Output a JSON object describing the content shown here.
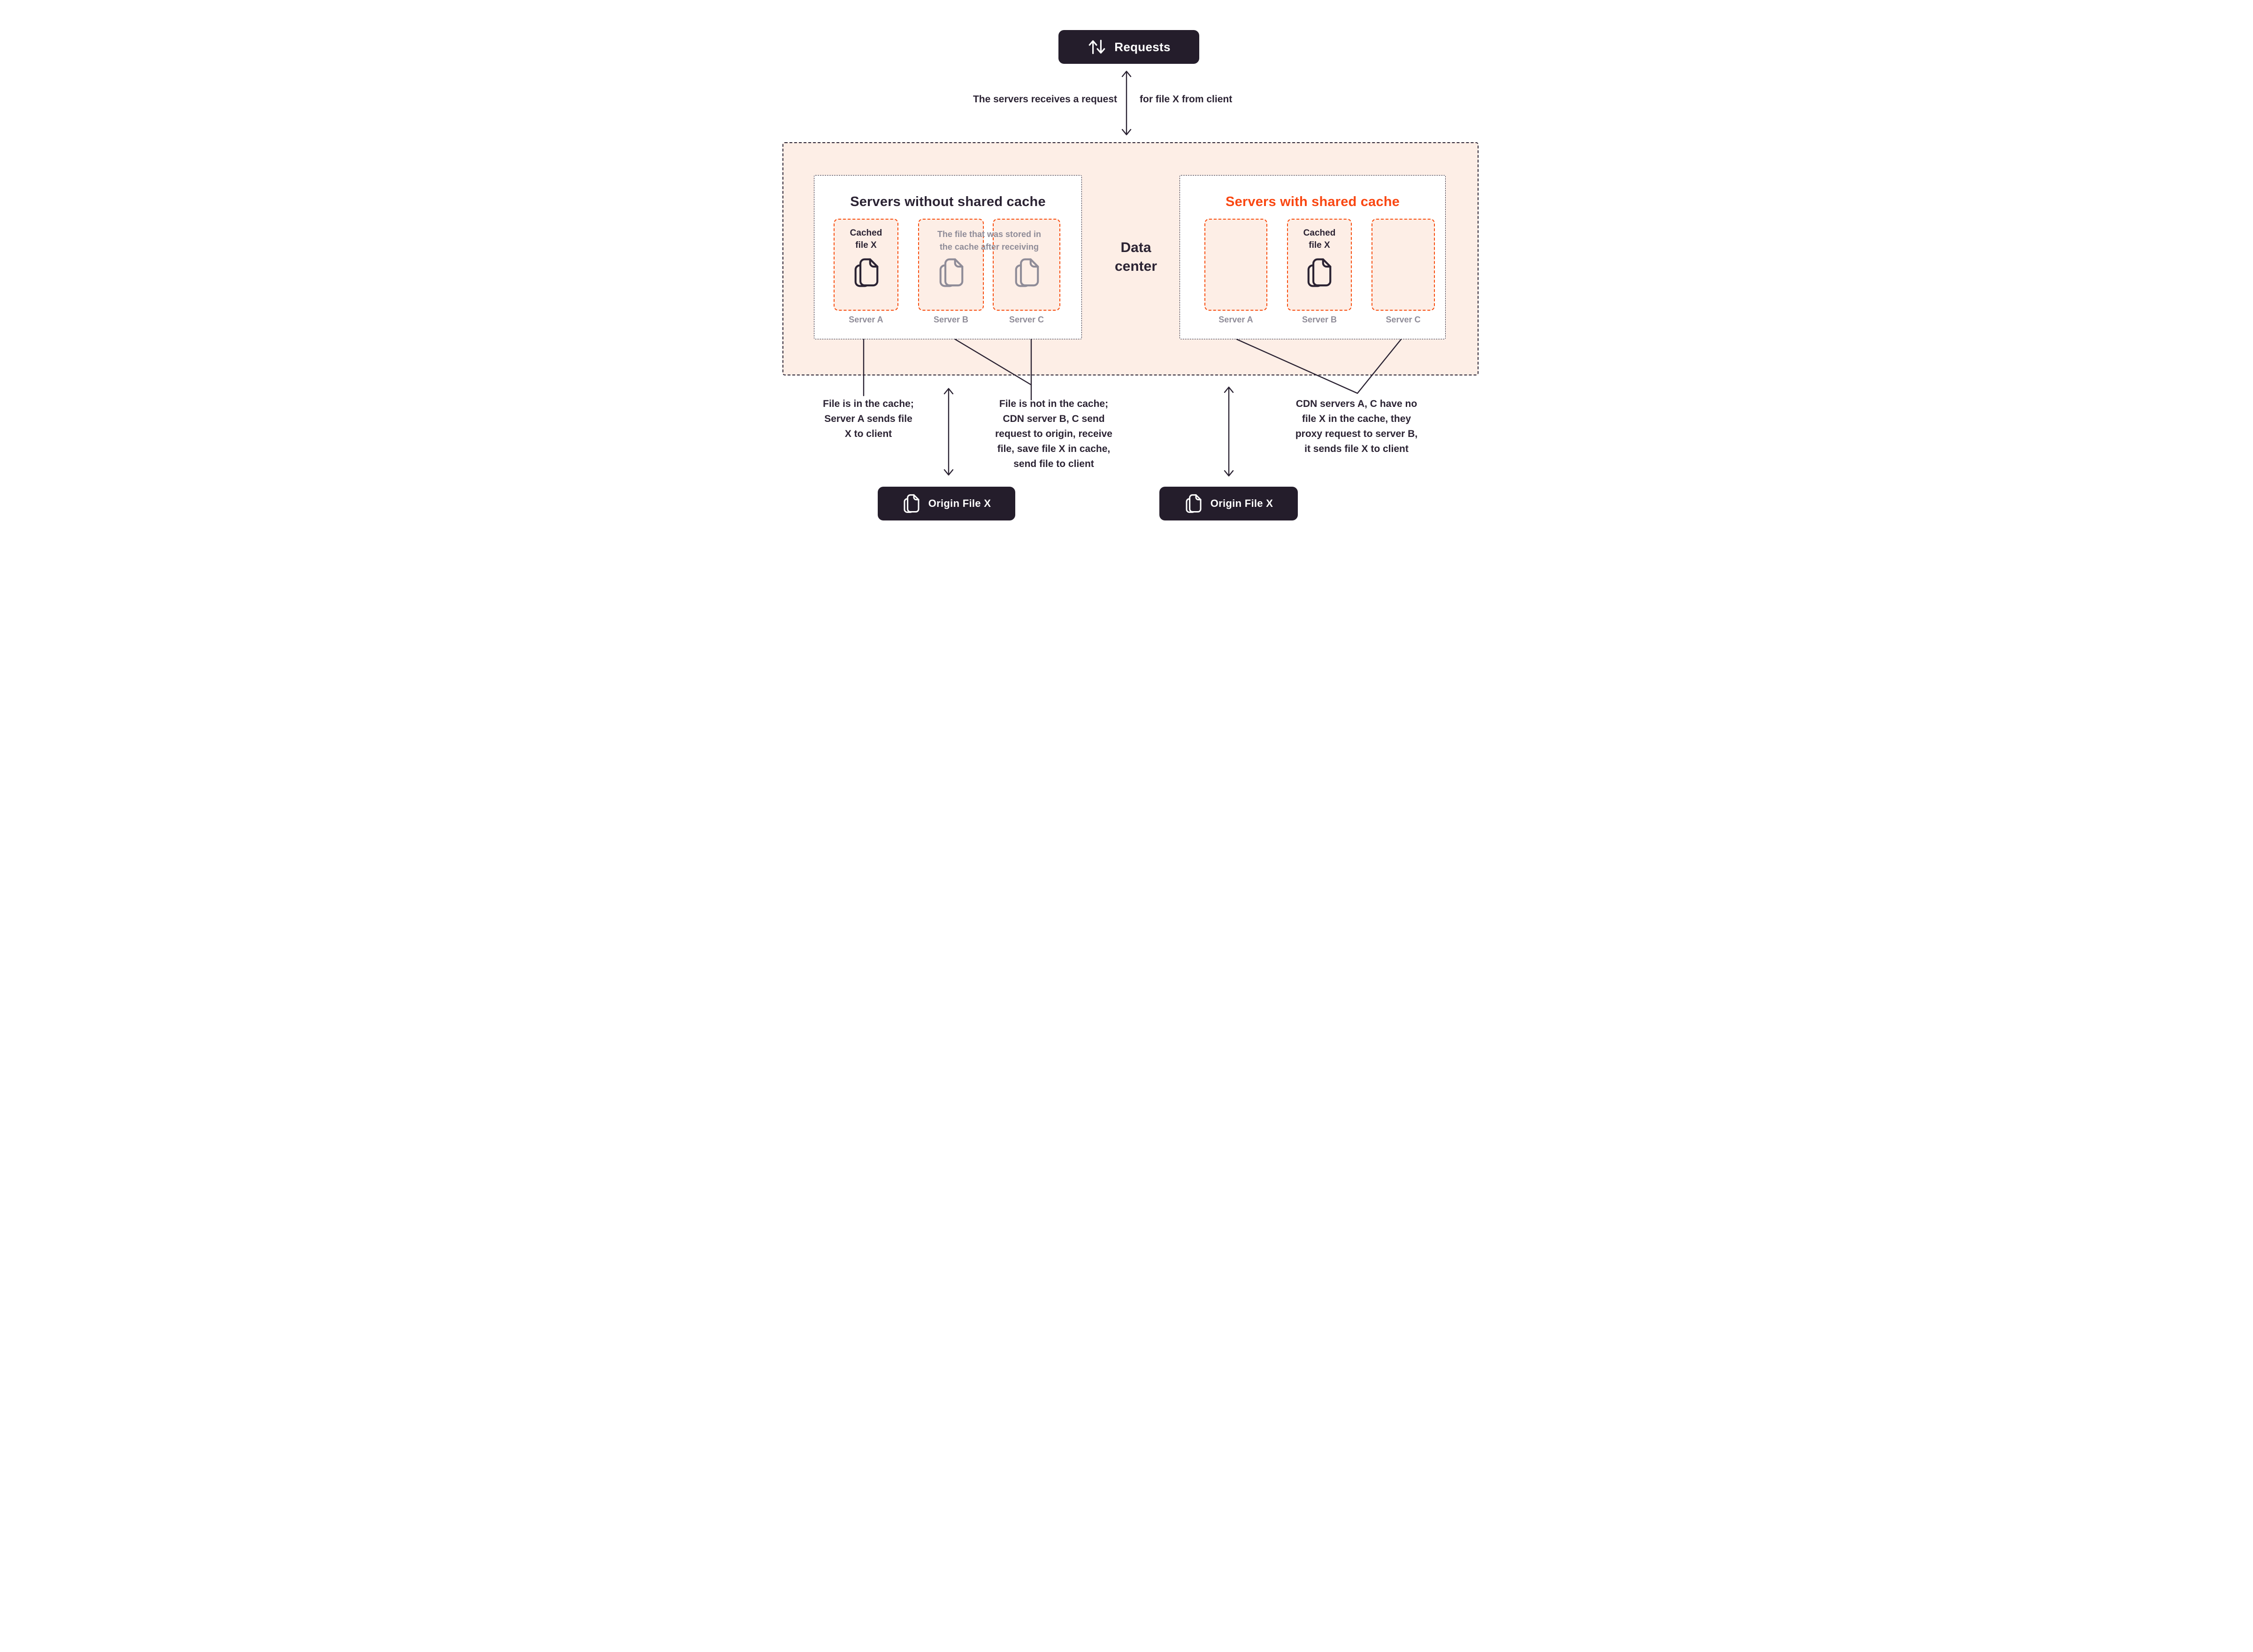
{
  "requests": {
    "label": "Requests"
  },
  "request_note": {
    "left": "The servers receives a request",
    "right_pre": "for ",
    "right_bold": "file X",
    "right_post": " from client"
  },
  "data_center": {
    "label": "Data\ncenter"
  },
  "left_panel": {
    "title": "Servers without shared cache",
    "cached_label": "Cached\nfile X",
    "note": "The file that was stored in\nthe cache after receiving",
    "servers": [
      "Server A",
      "Server B",
      "Server C"
    ]
  },
  "right_panel": {
    "title": "Servers with shared cache",
    "cached_label": "Cached\nfile X",
    "servers": [
      "Server A",
      "Server B",
      "Server C"
    ]
  },
  "annotations": {
    "left": "File is in the cache;\nServer A sends file\nX to client",
    "middle": "File is not in the cache;\nCDN server B, C send\nrequest to origin, receive\nfile, save file X in cache,\nsend file to client",
    "right": "CDN servers A, C have no\nfile X in the cache, they\nproxy request to server B,\nit sends file X to client"
  },
  "origin_left": {
    "label": "Origin File X"
  },
  "origin_right": {
    "label": "Origin File X"
  },
  "colors": {
    "accent_orange": "#f84c0d",
    "title_orange": "#f94712",
    "dark_text": "#2b2333",
    "button_bg": "#241d2b",
    "peach_bg": "#fdeee6",
    "gray": "#8f8c98"
  }
}
